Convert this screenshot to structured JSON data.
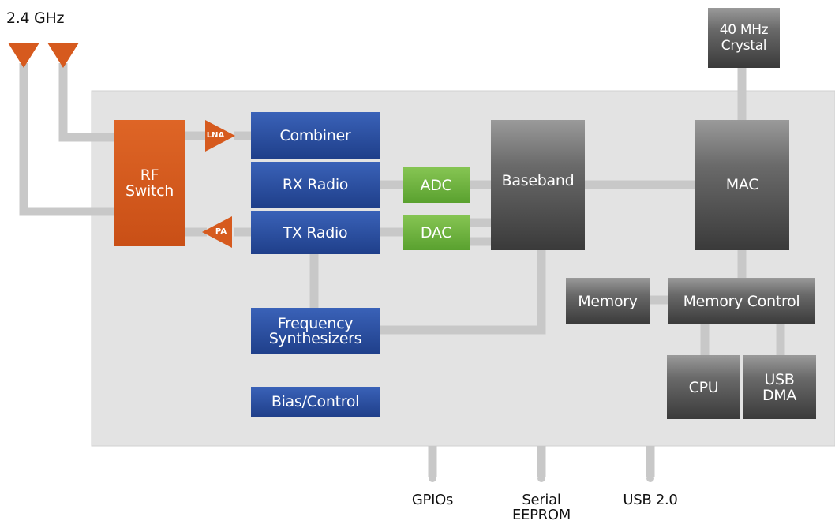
{
  "antenna": {
    "label": "2.4 GHz"
  },
  "crystal": {
    "label": "40 MHz\nCrystal"
  },
  "blocks": {
    "rf_switch": "RF\nSwitch",
    "lna": "LNA",
    "pa": "PA",
    "combiner": "Combiner",
    "rx_radio": "RX Radio",
    "tx_radio": "TX Radio",
    "adc": "ADC",
    "dac": "DAC",
    "baseband": "Baseband",
    "mac": "MAC",
    "memory": "Memory",
    "memory_control": "Memory Control",
    "cpu": "CPU",
    "usb_dma": "USB\nDMA",
    "freq_synth": "Frequency\nSynthesizers",
    "bias_control": "Bias/Control"
  },
  "io": {
    "gpios": "GPIOs",
    "serial_eeprom": "Serial\nEEPROM",
    "usb": "USB 2.0"
  },
  "colors": {
    "chip_bg": "#e3e3e3",
    "wire": "#c8c8c8",
    "rf_orange": "#d65a1e",
    "radio_blue": "#2a4d9e",
    "converter_green": "#6cb33e",
    "digital_gray": "#555555"
  }
}
